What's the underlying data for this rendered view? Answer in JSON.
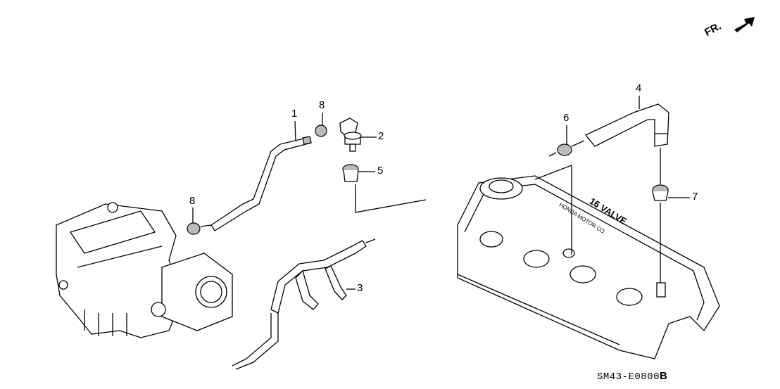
{
  "diagram": {
    "direction_label": "FR.",
    "diagram_code": "SM43-E0800",
    "diagram_code_suffix": "B",
    "callouts": [
      {
        "id": "1"
      },
      {
        "id": "8"
      },
      {
        "id": "2"
      },
      {
        "id": "5"
      },
      {
        "id": "8"
      },
      {
        "id": "3"
      },
      {
        "id": "4"
      },
      {
        "id": "6"
      },
      {
        "id": "7"
      }
    ],
    "valve_cover_text": "16 VALVE",
    "valve_cover_subtext": "HONDA MOTOR CO."
  }
}
